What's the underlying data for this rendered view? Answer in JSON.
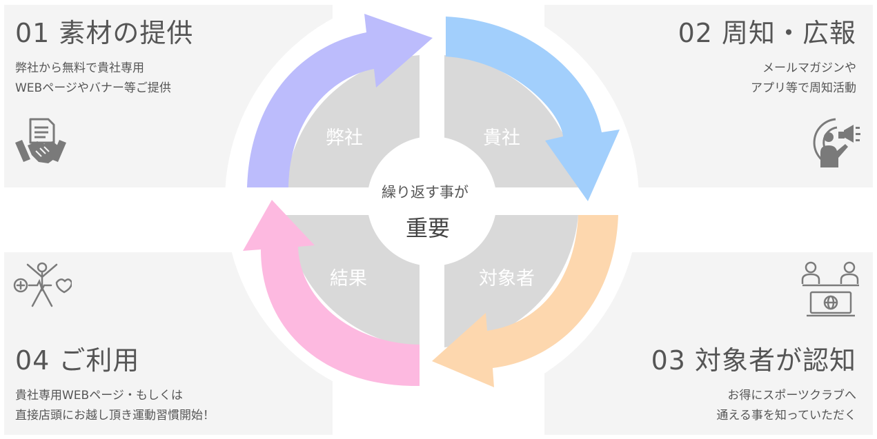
{
  "panels": {
    "p1": {
      "title": "01 素材の提供",
      "desc_lines": [
        "弊社から無料で貴社専用",
        "WEBページやバナー等ご提供"
      ],
      "icon": "handshake-document-icon"
    },
    "p2": {
      "title": "02 周知・広報",
      "desc_lines": [
        "メールマガジンや",
        "アプリ等で周知活動"
      ],
      "icon": "megaphone-person-icon"
    },
    "p3": {
      "title": "03 対象者が認知",
      "desc_lines": [
        "お得にスポーツクラブへ",
        "通える事を知っていただく"
      ],
      "icon": "people-laptop-globe-icon"
    },
    "p4": {
      "title": "04 ご利用",
      "desc_lines": [
        "貴社専用WEBページ・もしくは",
        "直接店頭にお越し頂き運動習慣開始！"
      ],
      "icon": "exercise-health-icon"
    }
  },
  "cycle": {
    "quadrants": [
      "弊社",
      "貴社",
      "対象者",
      "結果"
    ],
    "center_top": "繰り返す事が",
    "center_main": "重要"
  },
  "colors": {
    "panel_bg": "#f4f4f4",
    "quadrant": "#d9d9d9",
    "arrow_purple": "#bcbcfc",
    "arrow_blue": "#a2cffc",
    "arrow_orange": "#fdd7ae",
    "arrow_pink": "#fdb9e0",
    "text": "#555555",
    "icon": "#7a7a7a"
  }
}
